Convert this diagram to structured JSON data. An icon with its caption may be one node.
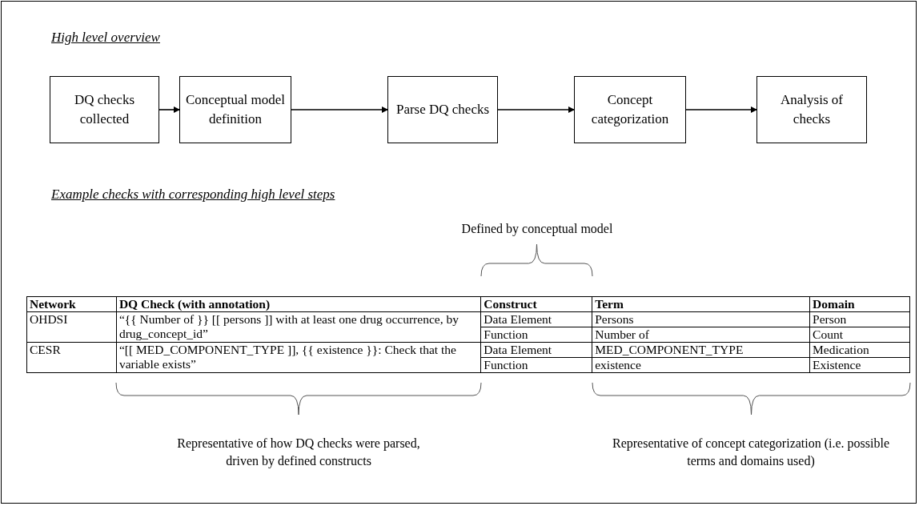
{
  "diagram": {
    "nodes": [
      {
        "text": [
          "DQ checks collected"
        ]
      },
      {
        "text": [
          "Conceptual model definition"
        ]
      },
      {
        "text": [
          "Parse DQ checks"
        ]
      },
      {
        "text": [
          "Concept categorization"
        ]
      },
      {
        "text": [
          "Analysis of checks"
        ]
      }
    ],
    "edges": [
      {
        "from": 0,
        "to": 1,
        "arrow": "to"
      },
      {
        "from": 1,
        "to": 2,
        "arrow": "to"
      },
      {
        "from": 2,
        "to": 3,
        "arrow": "to"
      },
      {
        "from": 3,
        "to": 4,
        "arrow": "to"
      }
    ],
    "labels": [
      "High level overview",
      "Example checks with corresponding high level steps",
      "Defined by conceptual model",
      "Network",
      "DQ Check (with annotation)",
      "Construct",
      "Term",
      "Domain",
      "OHDSI",
      "“{{ Number of }} [[ persons ]] with at least one drug occurrence, by drug_concept_id”",
      "Data Element",
      "Persons",
      "Person",
      "Function",
      "Number of",
      "Count",
      "CESR",
      "“[[ MED_COMPONENT_TYPE ]], {{ existence }}: Check that the variable exists”",
      "Data Element",
      "MED_COMPONENT_TYPE",
      "Medication",
      "Function",
      "existence",
      "Existence",
      "Representative of how DQ checks were parsed, driven by defined constructs",
      "Representative of concept categorization (i.e. possible terms and domains used)"
    ]
  }
}
